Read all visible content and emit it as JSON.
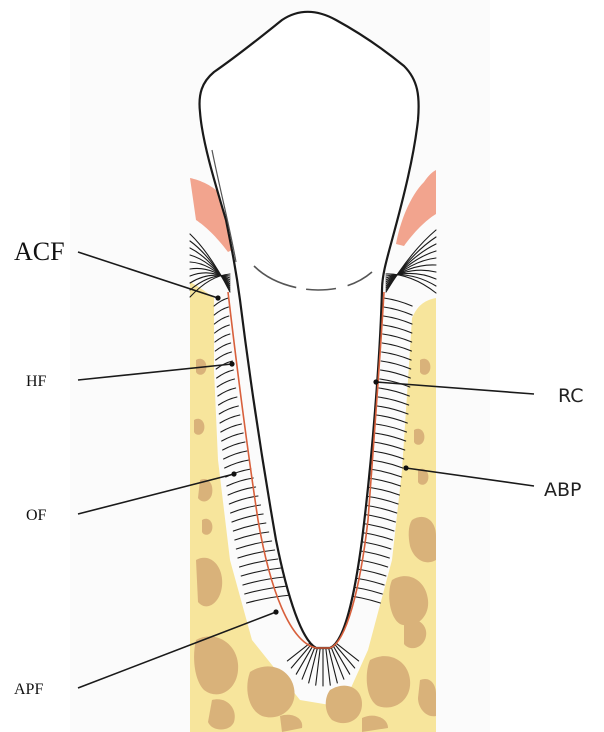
{
  "colors": {
    "bone": "#F7E59C",
    "bone_shadow": "#EFD88A",
    "trabecula": "#D9B27A",
    "gingiva": "#F2A48E",
    "cementum_line": "#D8603C",
    "outline": "#1a1a1a",
    "tooth": "#ffffff"
  },
  "labels": {
    "acf": "ACF",
    "hf": "HF",
    "of": "OF",
    "apf": "APF",
    "rc": "RC",
    "abp": "ABP"
  }
}
